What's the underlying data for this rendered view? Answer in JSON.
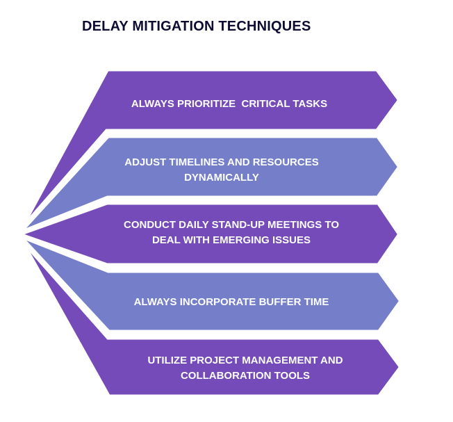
{
  "title": "DELAY MITIGATION TECHNIQUES",
  "colors": {
    "dark": "#744bb8",
    "light": "#747ec9",
    "title": "#0d0d33"
  },
  "items": [
    {
      "text": "ALWAYS PRIORITIZE  CRITICAL TASKS",
      "tone": "dark"
    },
    {
      "text": "ADJUST TIMELINES AND RESOURCES\nDYNAMICALLY",
      "tone": "light"
    },
    {
      "text": "CONDUCT DAILY STAND-UP MEETINGS TO\nDEAL WITH EMERGING ISSUES",
      "tone": "dark"
    },
    {
      "text": "ALWAYS INCORPORATE BUFFER TIME",
      "tone": "light"
    },
    {
      "text": "UTILIZE PROJECT MANAGEMENT AND\nCOLLABORATION TOOLS",
      "tone": "dark"
    }
  ]
}
